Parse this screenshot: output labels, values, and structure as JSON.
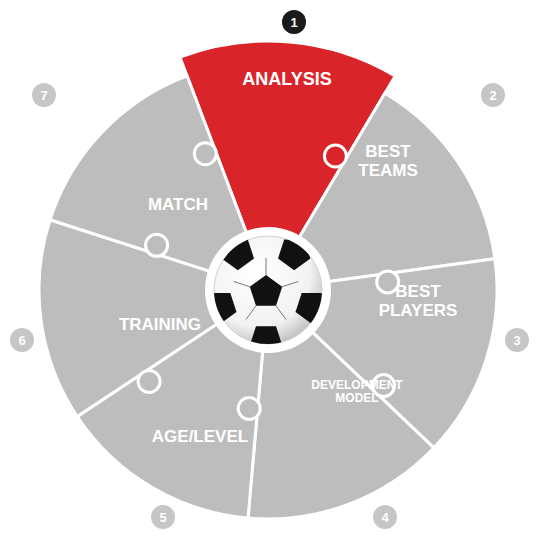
{
  "diagram": {
    "nodes": [
      {
        "text": [
          "ANALYSIS"
        ]
      },
      {
        "text": [
          "BEST TEAMS"
        ]
      },
      {
        "text": [
          "BEST PLAYERS"
        ]
      },
      {
        "text": [
          "DEVELOPMENT MODEL"
        ]
      },
      {
        "text": [
          "AGE/LEVEL"
        ]
      },
      {
        "text": [
          "TRAINING"
        ]
      },
      {
        "text": [
          "MATCH"
        ]
      }
    ],
    "labels": [
      "1",
      "2",
      "3",
      "4",
      "5",
      "6",
      "7"
    ]
  }
}
